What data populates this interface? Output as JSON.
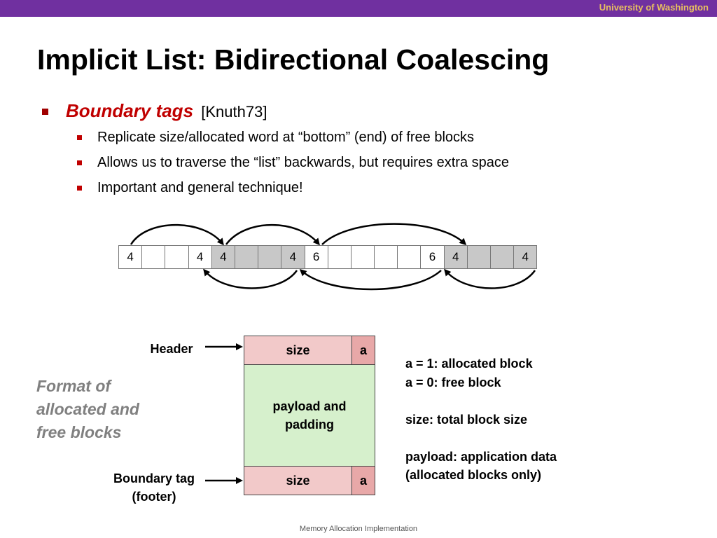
{
  "header": {
    "org": "University of Washington"
  },
  "title": "Implicit List: Bidirectional Coalescing",
  "bullet": {
    "emphasis": "Boundary tags",
    "citation": "[Knuth73]"
  },
  "sub_bullets": [
    "Replicate size/allocated word at “bottom” (end) of free blocks",
    "Allows us to traverse the “list” backwards, but requires extra space",
    "Important and general technique!"
  ],
  "heap_cells": [
    {
      "text": "4",
      "allocated": false
    },
    {
      "text": "",
      "allocated": false
    },
    {
      "text": "",
      "allocated": false
    },
    {
      "text": "4",
      "allocated": false
    },
    {
      "text": "4",
      "allocated": true
    },
    {
      "text": "",
      "allocated": true
    },
    {
      "text": "",
      "allocated": true
    },
    {
      "text": "4",
      "allocated": true
    },
    {
      "text": "6",
      "allocated": false
    },
    {
      "text": "",
      "allocated": false
    },
    {
      "text": "",
      "allocated": false
    },
    {
      "text": "",
      "allocated": false
    },
    {
      "text": "",
      "allocated": false
    },
    {
      "text": "6",
      "allocated": false
    },
    {
      "text": "4",
      "allocated": true
    },
    {
      "text": "",
      "allocated": true
    },
    {
      "text": "",
      "allocated": true
    },
    {
      "text": "4",
      "allocated": true
    }
  ],
  "format_label": [
    "Format of",
    "allocated and",
    "free blocks"
  ],
  "block": {
    "header_label": "Header",
    "footer_label": [
      "Boundary tag",
      "(footer)"
    ],
    "size": "size",
    "alloc_bit": "a",
    "payload": [
      "payload and",
      "padding"
    ]
  },
  "legend": {
    "line1": "a = 1: allocated block",
    "line2": "a = 0: free block",
    "line3": "size: total block size",
    "line4": "payload: application data",
    "line5": "(allocated blocks only)"
  },
  "footer": "Memory Allocation Implementation",
  "colors": {
    "topbar": "#7030a0",
    "org_text": "#e8c060",
    "emphasis": "#c00000",
    "allocated_cell": "#c8c8c8",
    "header_footer_fill": "#f2c9c9",
    "payload_fill": "#d6f0cc"
  }
}
